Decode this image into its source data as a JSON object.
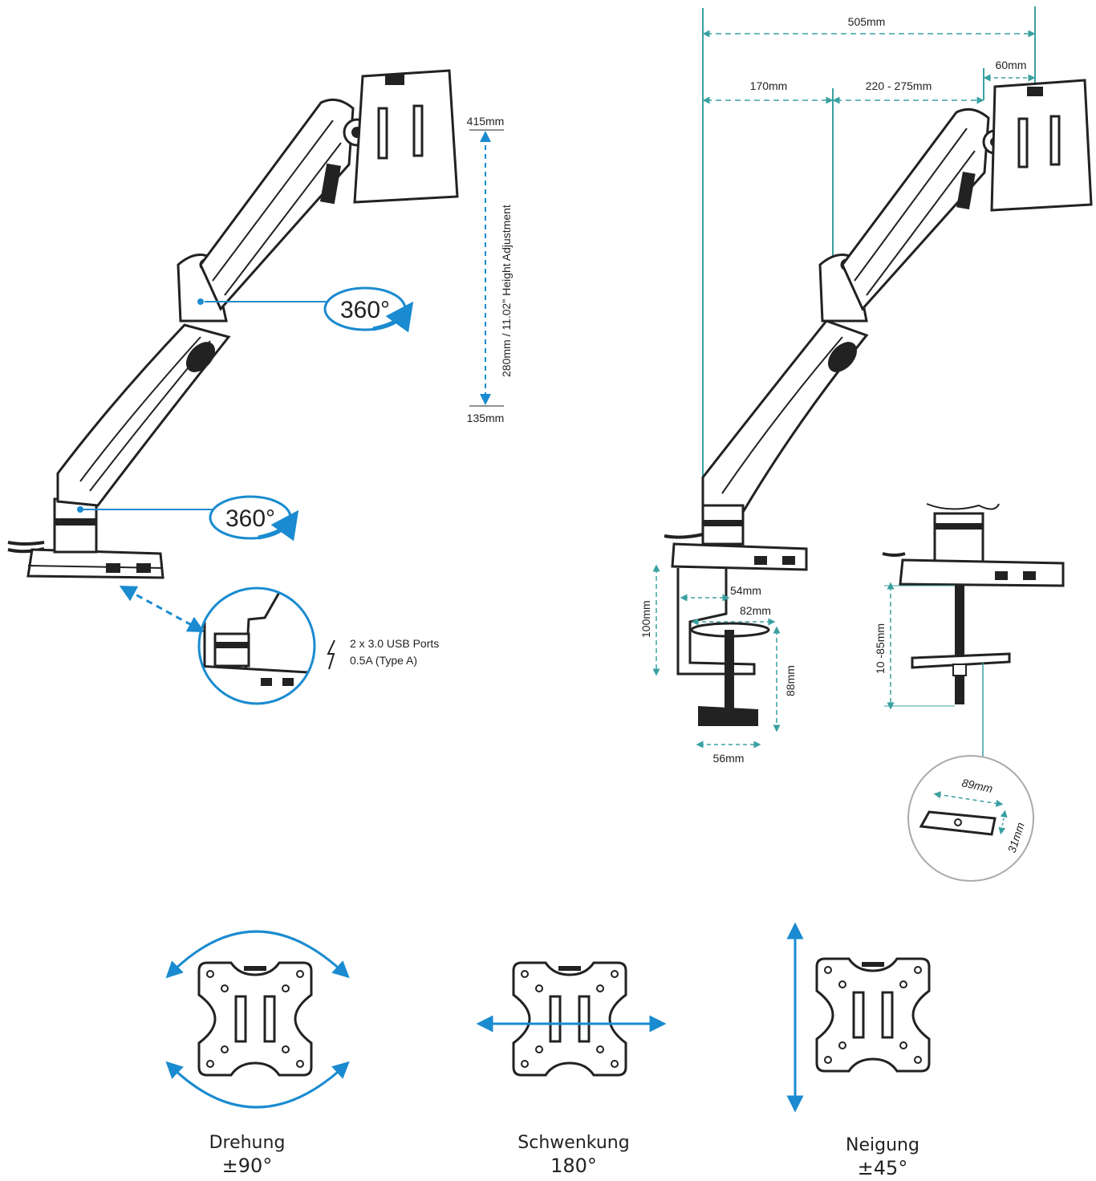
{
  "colors": {
    "accent": "#1a8bd0",
    "line": "#222222",
    "dim": "#3aa0a0"
  },
  "left_view": {
    "rotation_upper_label": "360°",
    "rotation_lower_label": "360°",
    "height_top": "415mm",
    "height_bottom": "135mm",
    "height_range_label": "280mm / 11.02\" Height Adjustment",
    "usb_line1": "2 x 3.0 USB Ports",
    "usb_line2": "0.5A (Type A)"
  },
  "right_view": {
    "total_reach": "505mm",
    "pole_offset": "170mm",
    "arm_reach": "220 - 275mm",
    "vesa_depth": "60mm",
    "clamp_height": "100mm",
    "clamp_54": "54mm",
    "clamp_82": "82mm",
    "clamp_88": "88mm",
    "clamp_56": "56mm",
    "grommet_range": "10 -85mm",
    "plate_length": "89mm",
    "plate_width": "31mm"
  },
  "motions": [
    {
      "name": "Drehung",
      "degrees": "±90°",
      "icon": "rotation-arrows-icon"
    },
    {
      "name": "Schwenkung",
      "degrees": "180°",
      "icon": "swivel-arrow-icon"
    },
    {
      "name": "Neigung",
      "degrees": "±45°",
      "icon": "tilt-arrow-icon"
    }
  ]
}
